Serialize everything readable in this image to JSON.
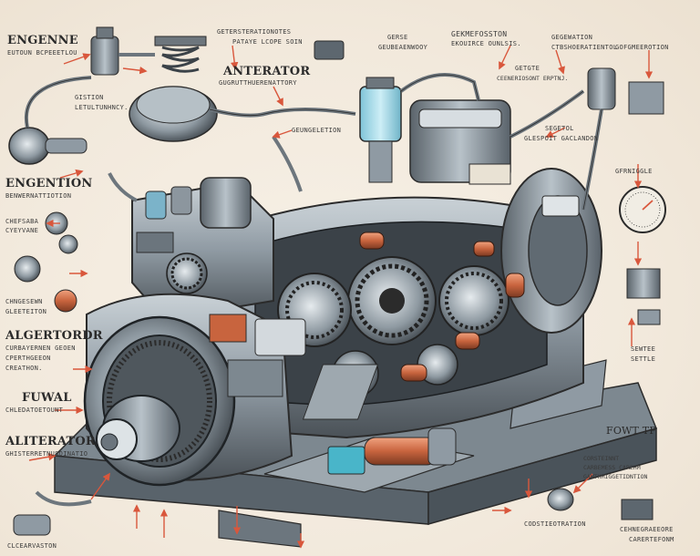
{
  "colors": {
    "paper": "#f4ece0",
    "ink": "#2b2b2b",
    "arrow": "#d9573c",
    "steel": "#8f9aa3",
    "dark_steel": "#4b5258",
    "coolant": "#9fd8e8",
    "copper": "#c8643e"
  },
  "labels": {
    "engenne": "ENGENNE",
    "engenne_sub": "EUTOUN BCPEEETLOU",
    "gistion": "GISTION",
    "gistion_sub": "LETULTUNHNCY.",
    "engention": "ENGENTION",
    "engention_sub": "BENWERNATTIOTION",
    "chefsaba": "CHEFSABA",
    "chefsaba_sub": "CYEYVANE",
    "chngesewn": "CHNGESEWN",
    "chngesewn_sub": "GLEETEITON",
    "algertordr": "ALGERTORDR",
    "algertordr_sub1": "CURBAYERNEN GEOEN",
    "algertordr_sub2": "CPERTHGEEON",
    "algertordr_sub3": "CREATHON.",
    "fuwal": "FUWAL",
    "fuwal_sub": "CHLEDATOETOUNT",
    "alitterator": "ALITERATOR",
    "alitterator_sub": "GHISTERRETNUSOINATIO",
    "bottom_left": "CLCEARVASTON",
    "top_geterster": "GETERSTERATIONOTES",
    "top_geterster_sub": "PATAYE LCOPE SOIN",
    "anterator": "ANTERATOR",
    "anterator_sub": "GUGRUTTHUERENATTORY",
    "gelgeltion": "GEUNGELETION",
    "gerse": "GERSE",
    "gerse_sub": "GEUBEAENWOOY",
    "gekmeifodston": "GEKMEFOSSTON",
    "gekmeifodston_sub": "EKOUIRCE OUNLSIS.",
    "getgte": "GETGTE",
    "getgte_sub": "CEENERIOSONT ERPTNJ.",
    "gegewation": "GEGEWATION",
    "gegewation_sub": "CTBSHOERATIENTOL",
    "gofgeen": "GOFGMEEROTION",
    "segetol": "SEGETOL",
    "segetol_sub": "GLESPOIT GACLANDON",
    "gfrniggle": "GFRNIGGLE",
    "sewtee": "SEWTEE",
    "sewtee_sub": "SETTLE",
    "fowttp": "FOWT TP",
    "fowttp_sub1": "CORSTEINNT",
    "fowttp_sub2": "CARBEMESS CAREHM",
    "fowttp_sub3": "GAWTHMIGGETIDNTION",
    "bottom_mid": "CODSTIEOTRATION",
    "bottom_right": "CEHNEGRAEEORE",
    "bottom_right_sub": "CARERTEFONM"
  }
}
